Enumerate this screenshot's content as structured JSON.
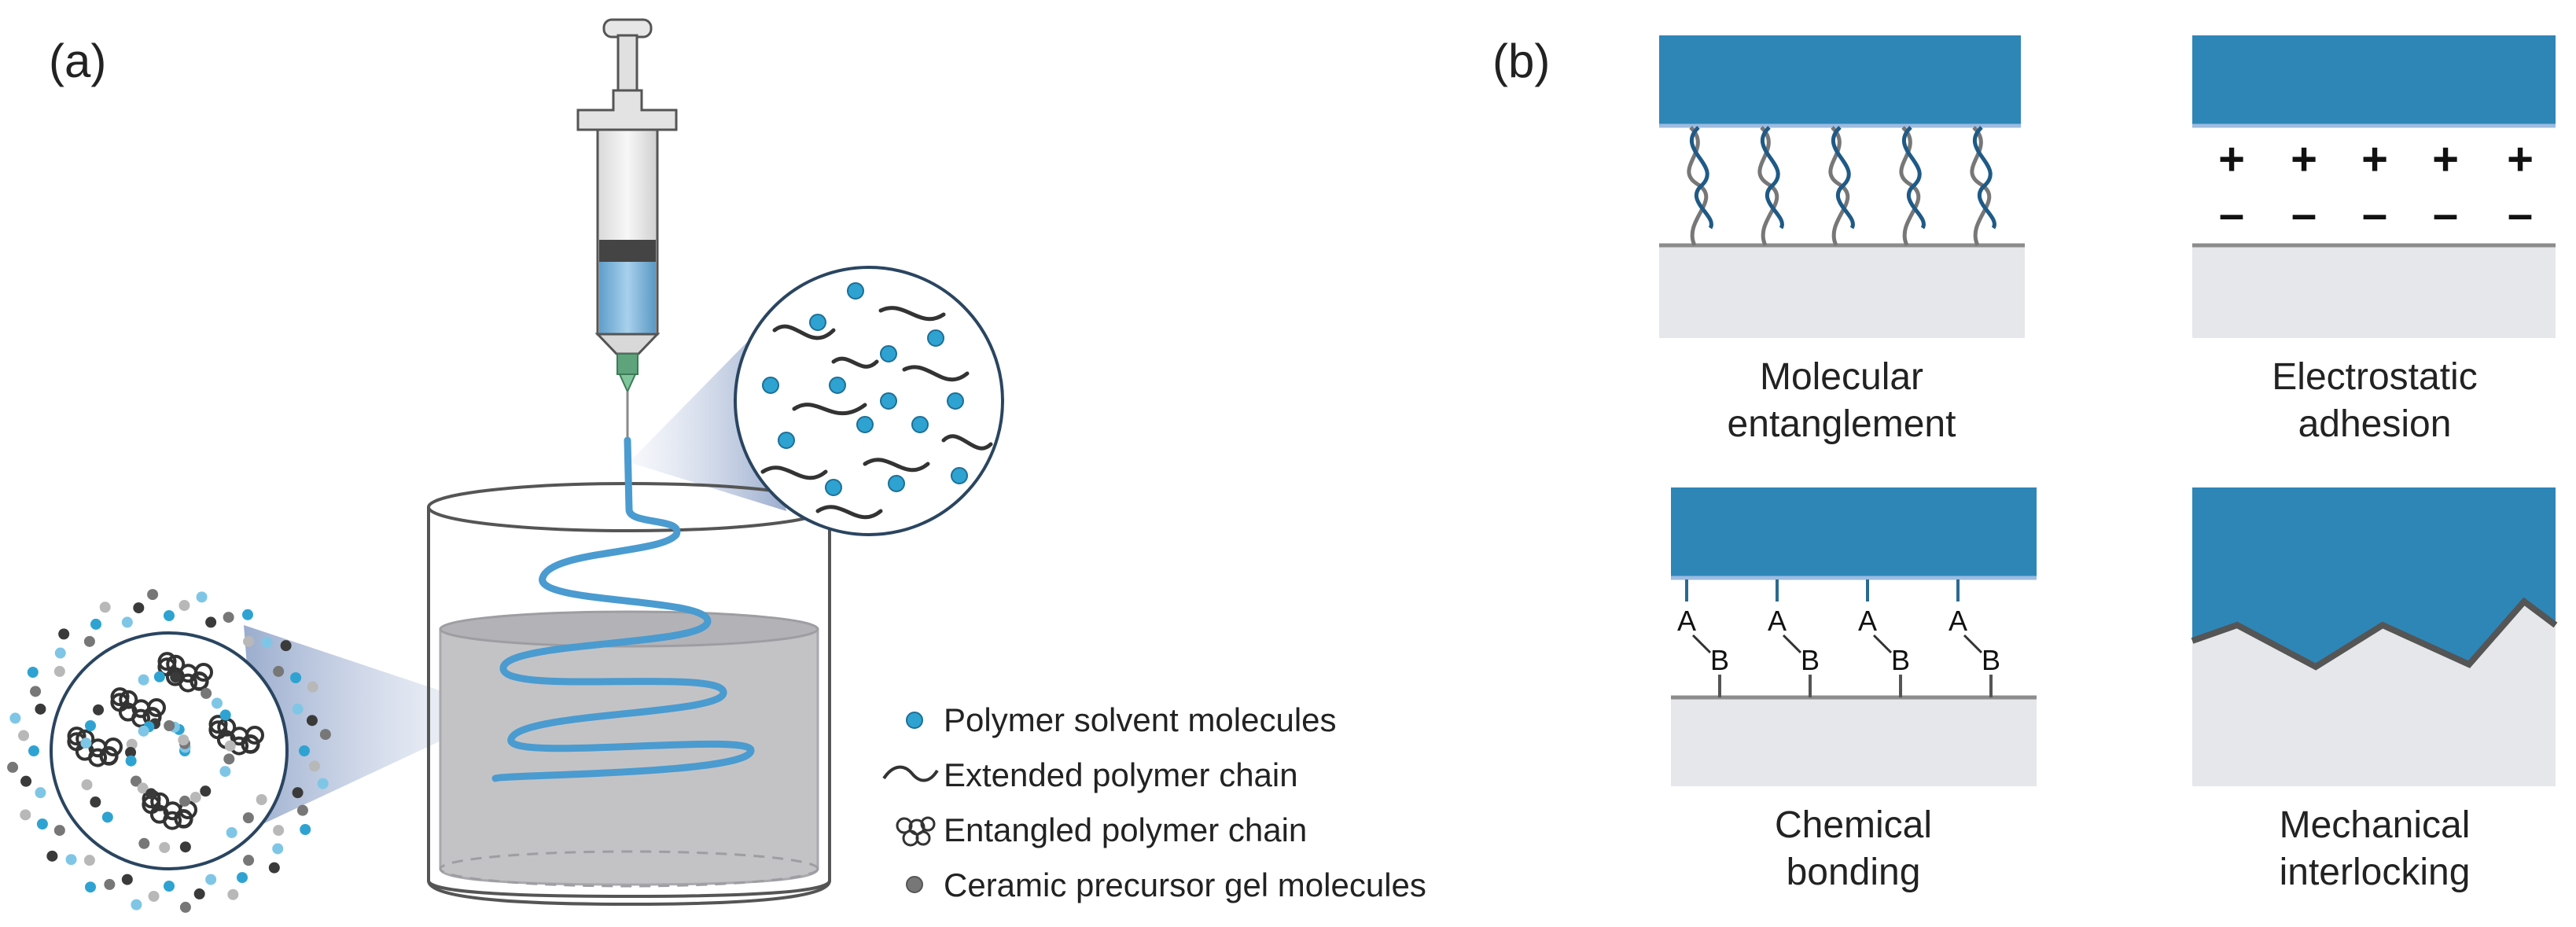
{
  "panel_a": {
    "label": "(a)",
    "legend": [
      {
        "text": "Polymer solvent molecules",
        "icon": "blue-dot-icon"
      },
      {
        "text": "Extended polymer chain",
        "icon": "wavy-line-icon"
      },
      {
        "text": "Entangled polymer chain",
        "icon": "coil-icon"
      },
      {
        "text": "Ceramic precursor gel molecules",
        "icon": "gray-dot-icon"
      }
    ]
  },
  "panel_b": {
    "label": "(b)",
    "mechanisms": [
      {
        "line1": "Molecular",
        "line2": "entanglement"
      },
      {
        "line1": "Electrostatic",
        "line2": "adhesion"
      },
      {
        "line1": "Chemical",
        "line2": "bonding"
      },
      {
        "line1": "Mechanical",
        "line2": "interlocking"
      }
    ],
    "plus": "+",
    "minus": "–",
    "bond_a": "A",
    "bond_b": "B"
  },
  "colors": {
    "blue": "#2e86b7",
    "fiber": "#4a9bd0",
    "gray_liquid": "#c3c3c6",
    "substrate": "#e6e7ea",
    "line": "#8c8c8c"
  }
}
